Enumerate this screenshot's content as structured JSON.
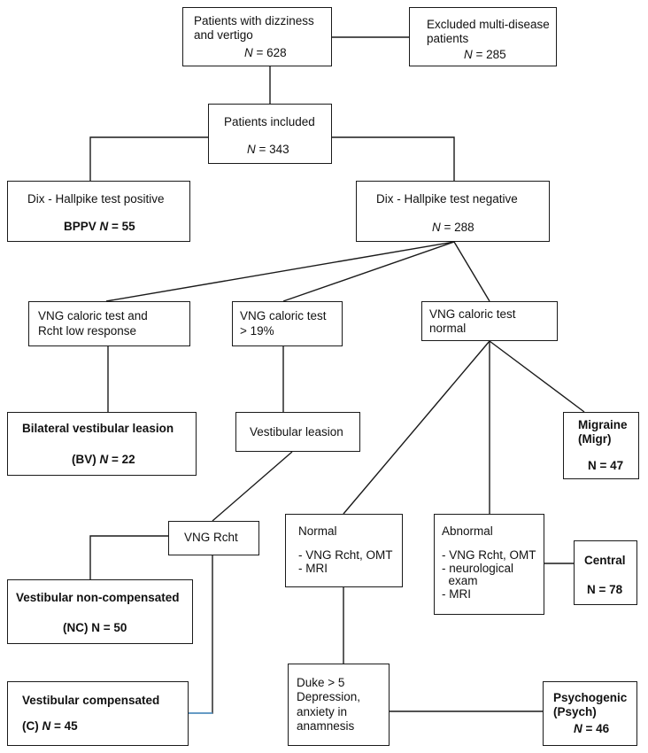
{
  "boxes": {
    "patients": {
      "line1": "Patients with dizziness",
      "line2": "and vertigo",
      "n_prefix": "N",
      "n_suffix": " = 628"
    },
    "excluded": {
      "line1": "Excluded multi-disease",
      "line2": "patients",
      "n_prefix": "N",
      "n_suffix": " = 285"
    },
    "included": {
      "line1": "Patients included",
      "n_prefix": "N",
      "n_suffix": " = 343"
    },
    "dix_pos": {
      "line1": "Dix - Hallpike test positive",
      "label": "BPPV ",
      "n_prefix": "N",
      "n_suffix": " = 55"
    },
    "dix_neg": {
      "line1": "Dix - Hallpike test negative",
      "n_prefix": "N",
      "n_suffix": " = 288"
    },
    "vng_low": {
      "line1": "VNG caloric test and",
      "line2": "Rcht low response"
    },
    "vng_19": {
      "line1": "VNG caloric test",
      "line2": "> 19%"
    },
    "vng_normal": {
      "line1": "VNG caloric test",
      "line2": "normal"
    },
    "bv": {
      "line1": "Bilateral vestibular leasion",
      "label": "(BV) ",
      "n_prefix": "N",
      "n_suffix": " = 22"
    },
    "vest_leasion": {
      "line1": "Vestibular leasion"
    },
    "migraine": {
      "line1": "Migraine",
      "line2": "(Migr)",
      "n_suffix": "N = 47"
    },
    "vng_rcht": {
      "line1": "VNG Rcht"
    },
    "normal": {
      "line1": "Normal",
      "line2": "- VNG Rcht, OMT",
      "line3": "- MRI"
    },
    "abnormal": {
      "line1": "Abnormal",
      "line2": "- VNG Rcht, OMT",
      "line3": "- neurological",
      "line4": "  exam",
      "line5": "- MRI"
    },
    "central": {
      "line1": "Central",
      "n_suffix": "N = 78"
    },
    "nc": {
      "line1": "Vestibular non-compensated",
      "n_suffix": "(NC) N = 50"
    },
    "duke": {
      "line1": "Duke > 5",
      "line2": "Depression,",
      "line3": "anxiety in",
      "line4": "anamnesis"
    },
    "comp": {
      "line1": "Vestibular compensated",
      "label": "(C) ",
      "n_prefix": "N",
      "n_suffix": " = 45"
    },
    "psych": {
      "line1": "Psychogenic",
      "line2": "(Psych)",
      "n_prefix": "N",
      "n_suffix": " = 46"
    }
  },
  "colors": {
    "line": "#1a1a1a",
    "accent_line": "#5aa0d8"
  }
}
